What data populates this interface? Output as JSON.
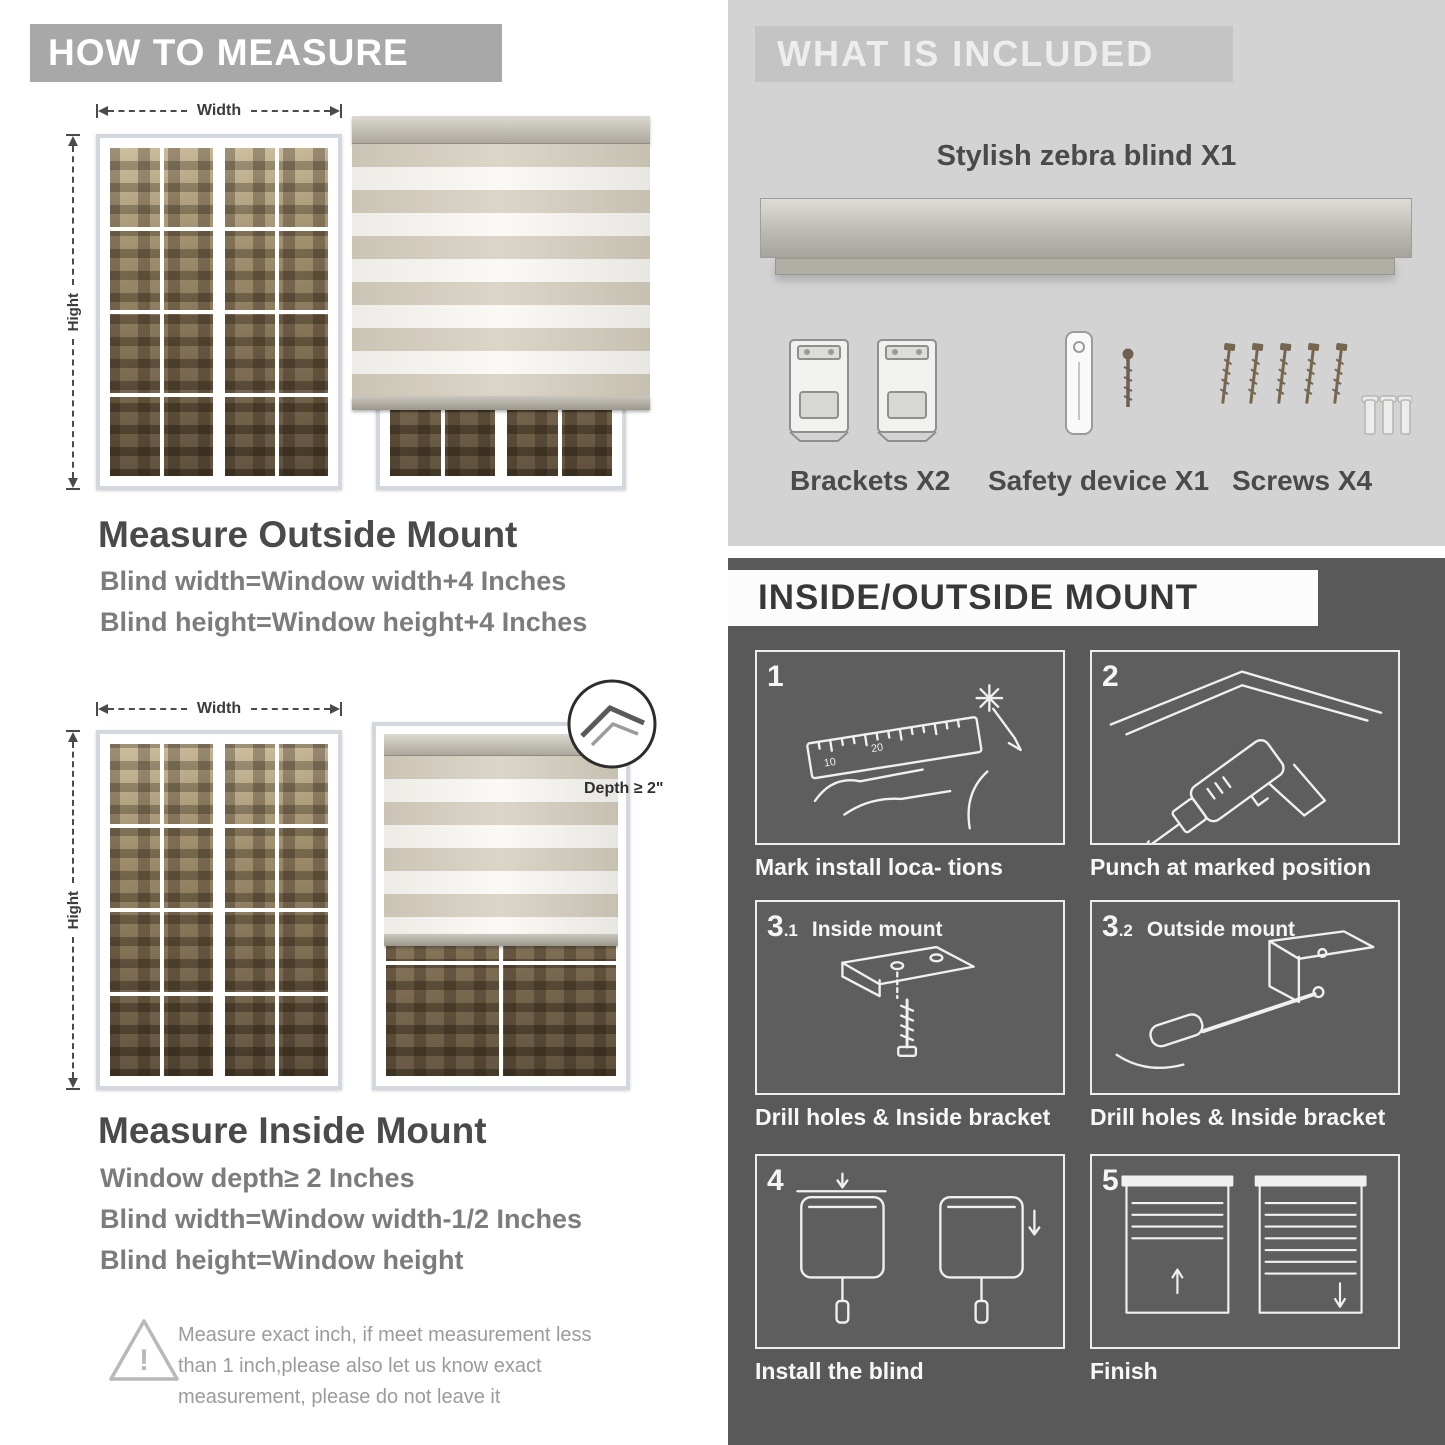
{
  "colors": {
    "banner-gray": "#a8a8a8",
    "light-section": "#d3d3d3",
    "light-band": "#c4c4c4",
    "dark-section": "#595959",
    "heading-dark": "#4a4a4a",
    "body-gray": "#7c7c7c",
    "stripe-beige": "#d6cfbf"
  },
  "left": {
    "banner": "HOW TO MEASURE",
    "outside": {
      "width_label": "Width",
      "height_label": "Hight",
      "title": "Measure Outside Mount",
      "lines": [
        "Blind width=Window width+4 Inches",
        "Blind height=Window height+4 Inches"
      ]
    },
    "inside": {
      "width_label": "Width",
      "height_label": "Hight",
      "depth_label": "Depth ≥ 2\"",
      "title": "Measure Inside Mount",
      "lines": [
        "Window depth≥ 2 Inches",
        "Blind width=Window width-1/2 Inches",
        "Blind height=Window height"
      ]
    },
    "warning": {
      "glyph": "!",
      "text": "Measure exact inch, if meet measurement less than 1 inch,please also let us know exact measurement, please do not leave it"
    }
  },
  "right": {
    "included": {
      "banner": "WHAT IS INCLUDED",
      "product_title": "Stylish zebra blind X1",
      "items": [
        {
          "label": "Brackets X2"
        },
        {
          "label": "Safety device X1"
        },
        {
          "label": "Screws X4"
        }
      ]
    },
    "mount": {
      "banner": "INSIDE/OUTSIDE MOUNT",
      "steps": [
        {
          "n": "1",
          "s": "",
          "sub": "",
          "caption": "Mark install loca- tions",
          "marks": [
            "10",
            "20"
          ]
        },
        {
          "n": "2",
          "s": "",
          "sub": "",
          "caption": "Punch at  marked position"
        },
        {
          "n": "3",
          "s": ".1",
          "sub": "Inside mount",
          "caption": "Drill holes &  Inside bracket"
        },
        {
          "n": "3",
          "s": ".2",
          "sub": "Outside mount",
          "caption": "Drill holes &  Inside bracket"
        },
        {
          "n": "4",
          "s": "",
          "sub": "",
          "caption": "Install the blind"
        },
        {
          "n": "5",
          "s": "",
          "sub": "",
          "caption": "Finish"
        }
      ]
    }
  }
}
